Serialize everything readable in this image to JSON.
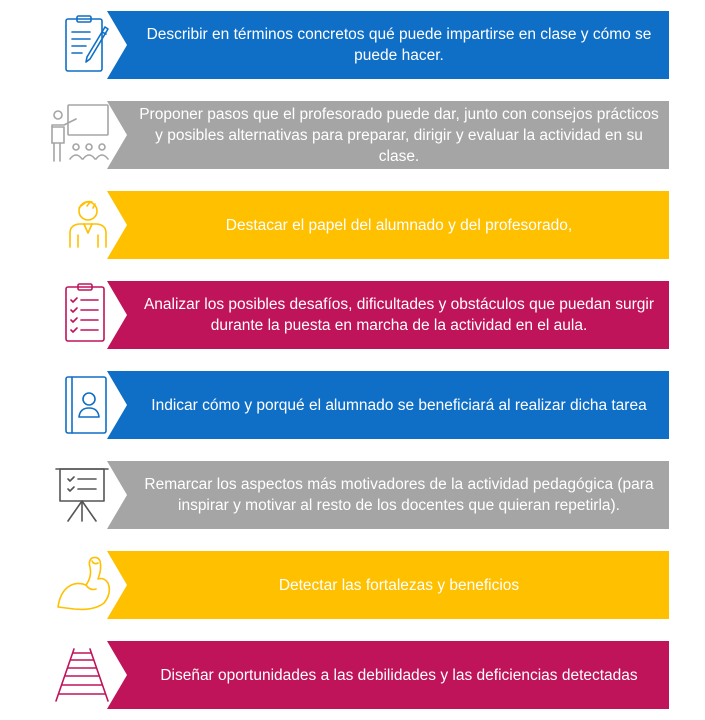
{
  "colors": {
    "blue": "#0f6fc6",
    "grey": "#a5a5a5",
    "yellow": "#ffc000",
    "crimson": "#c0145a"
  },
  "items": [
    {
      "icon": "clipboard-pencil-icon",
      "color": "blue",
      "text": "Describir en términos concretos qué puede impartirse en clase y cómo se puede hacer."
    },
    {
      "icon": "teacher-presentation-icon",
      "color": "grey",
      "text": "Proponer pasos que el profesorado puede dar, junto con consejos prácticos y posibles alternativas para preparar, dirigir y evaluar la actividad en su clase."
    },
    {
      "icon": "student-person-icon",
      "color": "yellow",
      "text": "Destacar el papel del alumnado y del profesorado,"
    },
    {
      "icon": "checklist-icon",
      "color": "crimson",
      "text": "Analizar los posibles desafíos, dificultades y obstáculos que puedan surgir durante la puesta en marcha de la actividad en el aula."
    },
    {
      "icon": "contact-book-icon",
      "color": "blue",
      "text": "Indicar cómo y porqué el alumnado se beneficiará al realizar dicha tarea"
    },
    {
      "icon": "easel-checklist-icon",
      "color": "grey",
      "text": "Remarcar los aspectos más motivadores de la actividad pedagógica (para inspirar y motivar al resto de los docentes que quieran repetirla)."
    },
    {
      "icon": "flexed-arm-icon",
      "color": "yellow",
      "text": "Detectar las fortalezas y beneficios"
    },
    {
      "icon": "railway-track-icon",
      "color": "crimson",
      "text": "Diseñar oportunidades a las debilidades y las deficiencias detectadas"
    }
  ]
}
